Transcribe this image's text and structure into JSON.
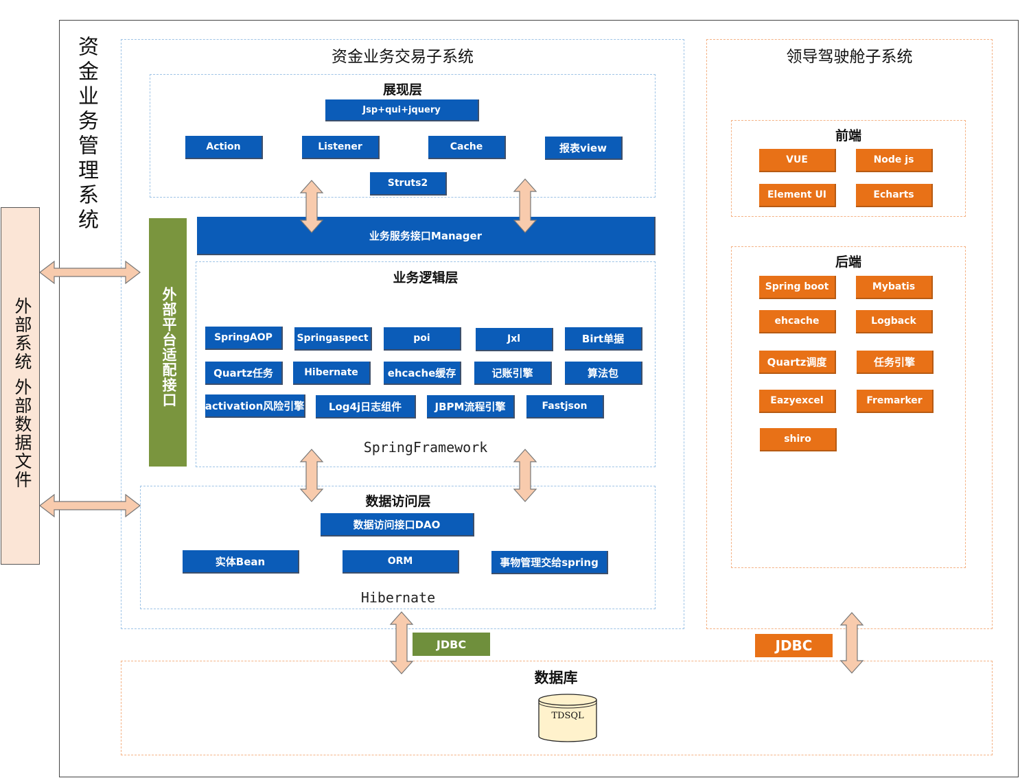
{
  "colors": {
    "blue_box": "#0b5cb8",
    "orange_box": "#e87117",
    "green_bar": "#7a953e",
    "green_jdbc": "#6f8f3c",
    "arrow_fill": "#f8cbad",
    "external_fill": "#fbe5d6",
    "db_fill": "#fff2cc"
  },
  "main_system": {
    "label": "资金业务管理系统"
  },
  "external": {
    "label": "外部系统  外部数据文件"
  },
  "trade_subsystem": {
    "title": "资金业务交易子系统",
    "presentation_layer": {
      "title": "展现层",
      "jsp": "Jsp+qui+jquery",
      "boxes": [
        "Action",
        "Listener",
        "Cache",
        "报表view"
      ],
      "struts": "Struts2"
    },
    "manager": "业务服务接口Manager",
    "adapter": "外部平台适配接口",
    "logic_layer": {
      "title": "业务逻辑层",
      "row1": [
        "SpringAOP",
        "Springaspect",
        "poi",
        "Jxl",
        "Birt单据"
      ],
      "row2": [
        "Quartz任务",
        "Hibernate",
        "ehcache缓存",
        "记账引擎",
        "算法包"
      ],
      "row3": [
        "activation风险引擎",
        "Log4j日志组件",
        "JBPM流程引擎",
        "Fastjson"
      ],
      "framework": "SpringFramework"
    },
    "data_layer": {
      "title": "数据访问层",
      "dao": "数据访问接口DAO",
      "boxes": [
        "实体Bean",
        "ORM",
        "事物管理交给spring"
      ],
      "framework": "Hibernate"
    }
  },
  "cockpit_subsystem": {
    "title": "领导驾驶舱子系统",
    "frontend": {
      "title": "前端",
      "items": [
        "VUE",
        "Node js",
        "Element UI",
        "Echarts"
      ]
    },
    "backend": {
      "title": "后端",
      "items": [
        "Spring boot",
        "Mybatis",
        "ehcache",
        "Logback",
        "Quartz调度",
        "任务引擎",
        "Eazyexcel",
        "Fremarker",
        "shiro"
      ]
    }
  },
  "jdbc_left": "JDBC",
  "jdbc_right": "JDBC",
  "database": {
    "title": "数据库",
    "db_name": "TDSQL"
  }
}
